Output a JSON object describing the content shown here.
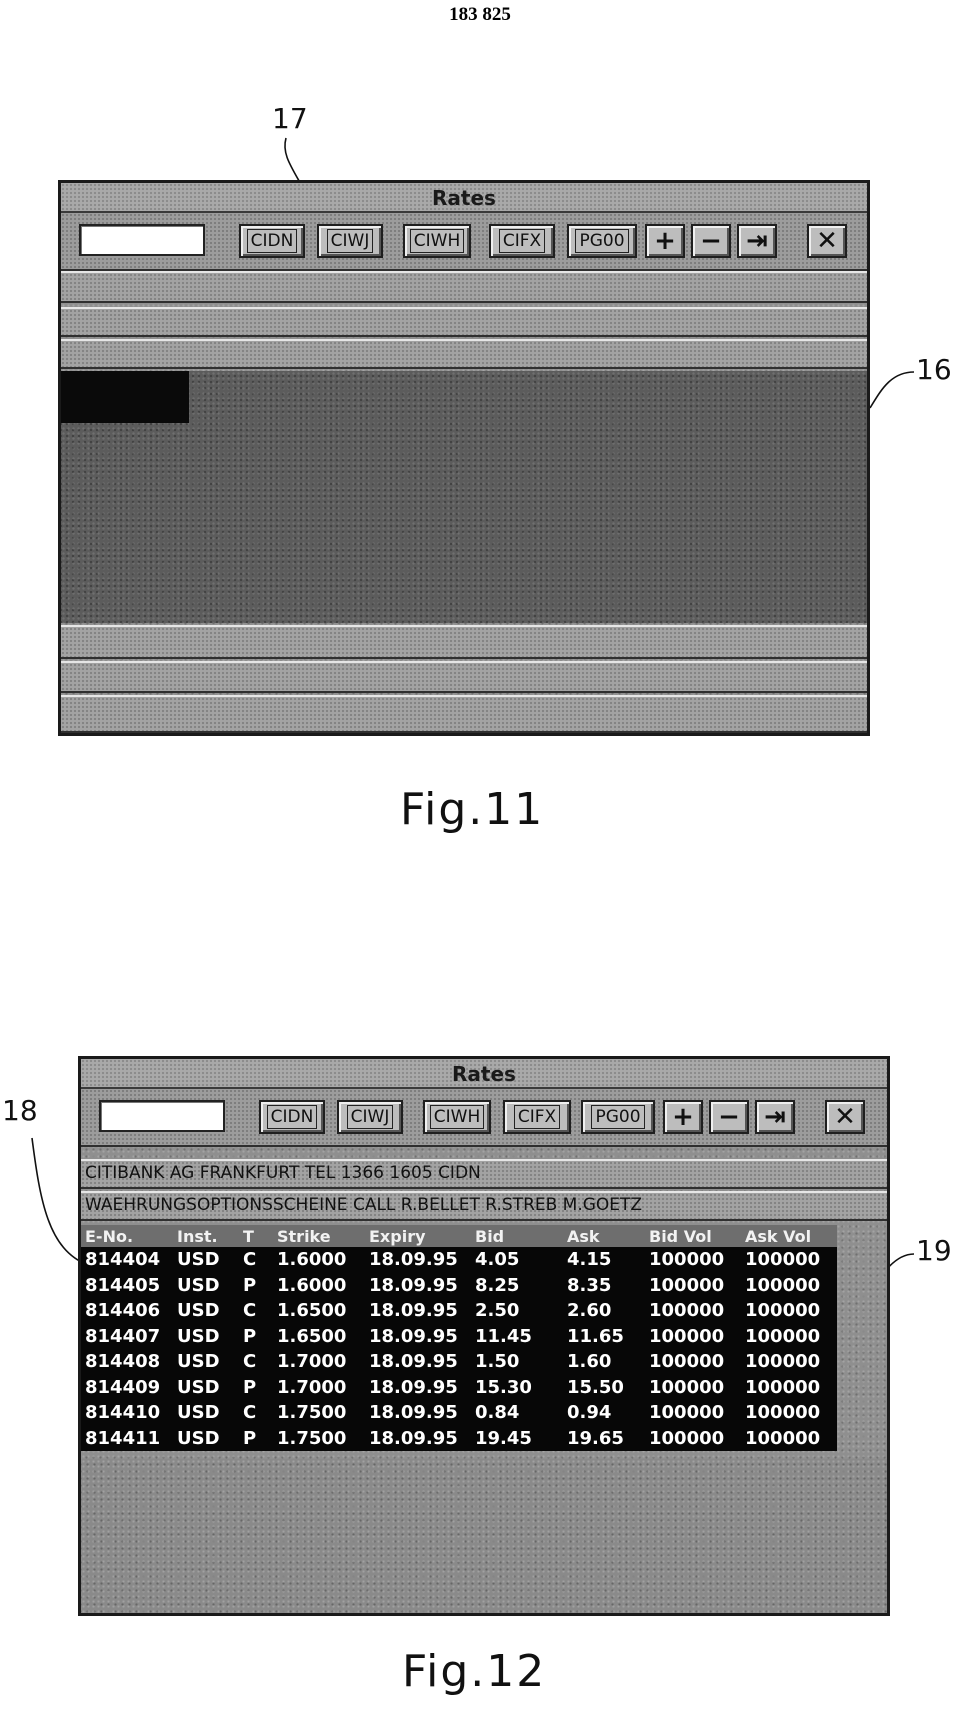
{
  "page_number": "183 825",
  "fig11": {
    "caption": "Fig.11",
    "ref_toolbar": "17",
    "ref_area": "16",
    "window_title": "Rates",
    "input_value": "",
    "buttons": [
      "CIDN",
      "CIWJ",
      "CIWH",
      "CIFX",
      "PG00"
    ],
    "icon_buttons": [
      "+",
      "−",
      "⇥",
      "✕"
    ]
  },
  "fig12": {
    "caption": "Fig.12",
    "ref_row": "18",
    "ref_table": "19",
    "window_title": "Rates",
    "input_value": "",
    "buttons": [
      "CIDN",
      "CIWJ",
      "CIWH",
      "CIFX",
      "PG00"
    ],
    "icon_buttons": [
      "+",
      "−",
      "⇥",
      "✕"
    ],
    "info_line_1": "CITIBANK AG FRANKFURT      TEL 1366 1605      CIDN",
    "info_line_2": "WAEHRUNGSOPTIONSSCHEINE CALL R.BELLET R.STREB M.GOETZ",
    "columns": [
      "E-No.",
      "Inst.",
      "T",
      "Strike",
      "Expiry",
      "Bid",
      "Ask",
      "Bid Vol",
      "Ask Vol"
    ],
    "rows": [
      [
        "814404",
        "USD",
        "C",
        "1.6000",
        "18.09.95",
        "4.05",
        "4.15",
        "100000",
        "100000"
      ],
      [
        "814405",
        "USD",
        "P",
        "1.6000",
        "18.09.95",
        "8.25",
        "8.35",
        "100000",
        "100000"
      ],
      [
        "814406",
        "USD",
        "C",
        "1.6500",
        "18.09.95",
        "2.50",
        "2.60",
        "100000",
        "100000"
      ],
      [
        "814407",
        "USD",
        "P",
        "1.6500",
        "18.09.95",
        "11.45",
        "11.65",
        "100000",
        "100000"
      ],
      [
        "814408",
        "USD",
        "C",
        "1.7000",
        "18.09.95",
        "1.50",
        "1.60",
        "100000",
        "100000"
      ],
      [
        "814409",
        "USD",
        "P",
        "1.7000",
        "18.09.95",
        "15.30",
        "15.50",
        "100000",
        "100000"
      ],
      [
        "814410",
        "USD",
        "C",
        "1.7500",
        "18.09.95",
        "0.84",
        "0.94",
        "100000",
        "100000"
      ],
      [
        "814411",
        "USD",
        "P",
        "1.7500",
        "18.09.95",
        "19.45",
        "19.65",
        "100000",
        "100000"
      ]
    ]
  },
  "icon_names": [
    "plus-icon",
    "minus-icon",
    "arrow-right-icon",
    "close-icon"
  ]
}
